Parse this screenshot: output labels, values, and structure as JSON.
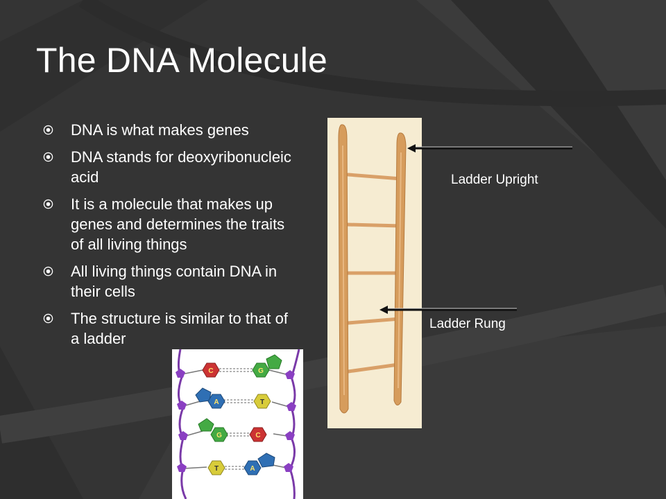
{
  "slide": {
    "title": "The DNA Molecule",
    "bullets": [
      "DNA is what makes genes",
      "DNA stands for deoxyribonucleic acid",
      "It is a molecule that makes up genes and determines the traits of all living things",
      "All living things contain DNA in their cells",
      "The structure is similar to that of a ladder"
    ],
    "bullet_icon": "target-bullet-icon"
  },
  "ladder": {
    "upright_label": "Ladder Upright",
    "rung_label": "Ladder Rung"
  },
  "dna_diagram": {
    "base_pairs": [
      {
        "left": "C",
        "right": "G"
      },
      {
        "left": "A",
        "right": "T"
      },
      {
        "left": "G",
        "right": "C"
      },
      {
        "left": "T",
        "right": "A"
      }
    ]
  },
  "colors": {
    "background": "#333333",
    "text": "#ffffff",
    "base_C": "#cc3333",
    "base_G": "#44aa44",
    "base_A": "#2f6fb4",
    "base_T": "#d8cc3a",
    "backbone": "#7a3aa8"
  }
}
